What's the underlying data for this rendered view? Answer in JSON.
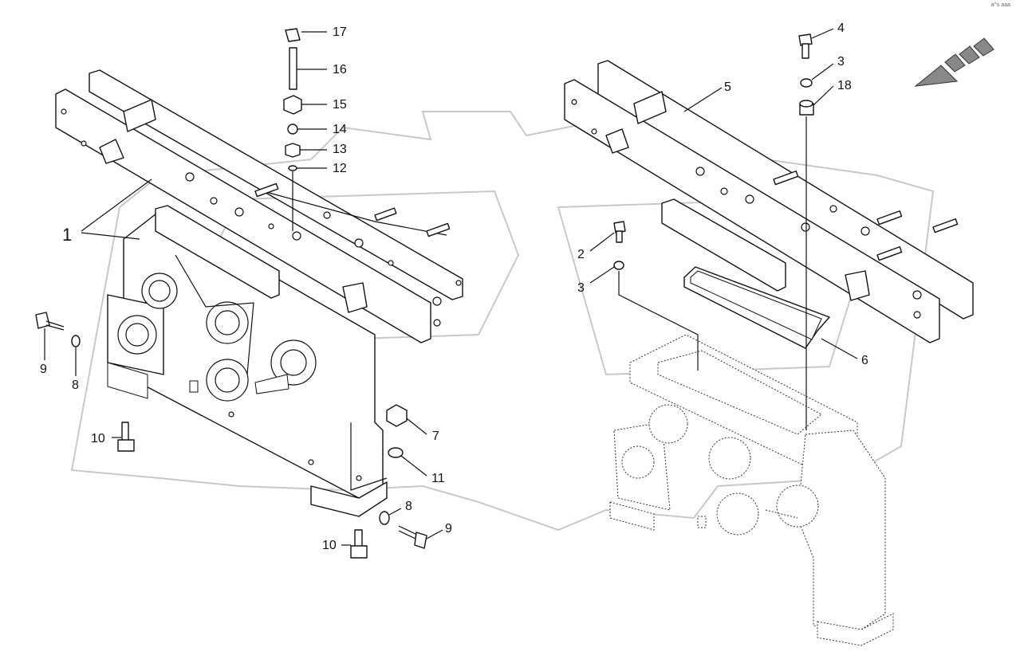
{
  "corner_code": "a^s aaa",
  "callouts": {
    "c1": "1",
    "c2": "2",
    "c3a": "3",
    "c3b": "3",
    "c4": "4",
    "c5": "5",
    "c6": "6",
    "c7": "7",
    "c8a": "8",
    "c8b": "8",
    "c9a": "9",
    "c9b": "9",
    "c10a": "10",
    "c10b": "10",
    "c11": "11",
    "c12": "12",
    "c13": "13",
    "c14": "14",
    "c15": "15",
    "c16": "16",
    "c17": "17",
    "c18": "18"
  },
  "icons": {
    "direction_arrow": "direction-arrow-icon",
    "watermark": "gear-watermark-icon"
  }
}
